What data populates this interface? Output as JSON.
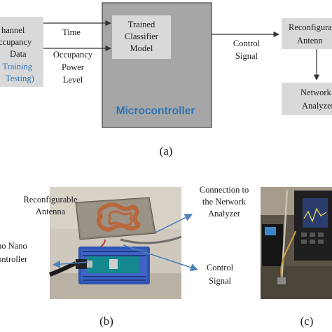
{
  "part_a": {
    "input_box": {
      "lines": [
        "hannel",
        "ccupancy",
        "Data"
      ],
      "training_line": ": Training",
      "testing_line": "Testing)"
    },
    "arrow_labels": {
      "time": "Time",
      "occupancy": [
        "Occupancy",
        "Power",
        "Level"
      ],
      "control": [
        "Control",
        "Signal"
      ]
    },
    "classifier_box": [
      "Trained",
      "Classifier",
      "Model"
    ],
    "microcontroller_label": "Microcontroller",
    "antenna_box": [
      "Reconfigura",
      "Antenn"
    ],
    "analyzer_box": [
      "Network",
      "Analyzer"
    ],
    "caption": "(a)"
  },
  "part_b": {
    "labels": {
      "antenna": [
        "Reconfigurable",
        "Antenna"
      ],
      "connection": [
        "Connection to",
        "the Network",
        "Analyzer"
      ],
      "arduino": [
        "no Nano",
        "ontroller"
      ],
      "control": [
        "Control",
        "Signal"
      ]
    },
    "caption": "(b)"
  },
  "part_c": {
    "caption": "(c)"
  },
  "colors": {
    "box_fill": "#d9d9d9",
    "mcu_fill": "#a6a6a6",
    "accent_blue": "#2e75b6",
    "arrow_blue": "#4f81bd"
  }
}
